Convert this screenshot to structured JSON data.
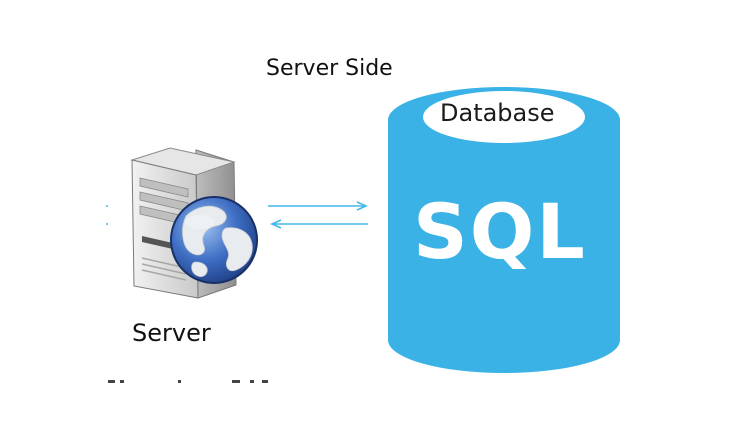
{
  "diagram": {
    "title": "Server Side",
    "server_label": "Server",
    "database_label": "Database",
    "sql_label": "SQL"
  },
  "icons": {
    "server": "server-tower-icon",
    "globe": "globe-icon",
    "database": "database-cylinder-icon",
    "arrow_right": "arrow-right-icon",
    "arrow_left": "arrow-left-icon"
  },
  "colors": {
    "database_fill": "#3bb2e6",
    "database_top": "#55c2ef",
    "arrow_color": "#47b9e8",
    "text": "#111111",
    "server_body": "#d9d9d9",
    "globe_ocean": "#3f6fc4"
  }
}
